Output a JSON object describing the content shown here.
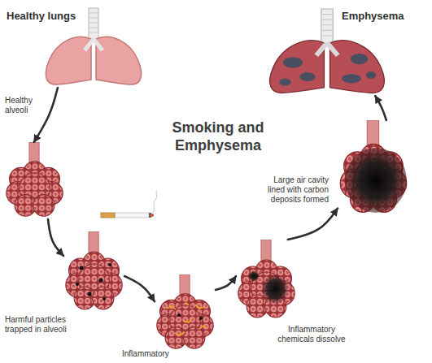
{
  "diagram": {
    "title": "Smoking and Emphysema",
    "nodes": [
      {
        "text": [
          "Healthy lungs"
        ]
      },
      {
        "text": [
          "Healthy alveoli"
        ]
      },
      {
        "text": [
          "Harmful particles trapped in alveoli"
        ]
      },
      {
        "text": [
          "Inflammatory"
        ]
      },
      {
        "text": [
          "Inflammatory chemicals dissolve"
        ]
      },
      {
        "text": [
          "Large air cavity lined with carbon deposits formed"
        ]
      },
      {
        "text": [
          "Emphysema"
        ]
      }
    ],
    "edges": [
      {
        "from": 0,
        "to": 1,
        "arrow": "to"
      },
      {
        "from": 1,
        "to": 2,
        "arrow": "to"
      },
      {
        "from": 2,
        "to": 3,
        "arrow": "to"
      },
      {
        "from": 3,
        "to": 4,
        "arrow": "to"
      },
      {
        "from": 4,
        "to": 5,
        "arrow": "to"
      },
      {
        "from": 5,
        "to": 6,
        "arrow": "to"
      }
    ]
  }
}
